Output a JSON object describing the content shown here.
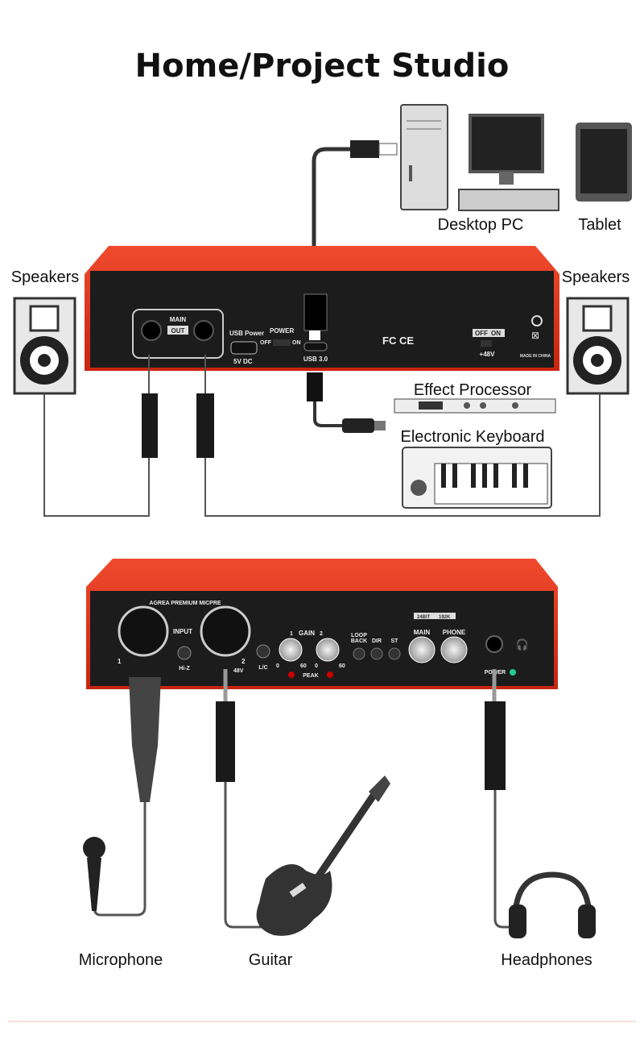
{
  "title": "Home/Project Studio",
  "labels": {
    "desktop_pc": "Desktop PC",
    "tablet": "Tablet",
    "speakers_left": "Speakers",
    "speakers_right": "Speakers",
    "effect_processor": "Effect Processor",
    "electronic_keyboard": "Electronic Keyboard",
    "microphone": "Microphone",
    "guitar": "Guitar",
    "headphones": "Headphones"
  },
  "rear_panel": {
    "main": "MAIN",
    "out": "OUT",
    "usb_power": "USB Power",
    "five_v_dc": "5V DC",
    "power": "POWER",
    "off": "OFF",
    "on": "ON",
    "usb3": "USB 3.0",
    "certs": "FC CE",
    "phantom_off": "OFF",
    "phantom_on": "ON",
    "phantom": "+48V",
    "made_in": "MADE IN CHINA"
  },
  "front_panel": {
    "brand": "AGREA PREMIUM MICPRE",
    "input": "INPUT",
    "ch1": "1",
    "ch2": "2",
    "hiz": "Hi-Z",
    "v48": "48V",
    "lc": "L/C",
    "gain": "GAIN",
    "gain1": "1",
    "gain2": "2",
    "min": "0",
    "max": "60",
    "peak": "PEAK",
    "loop": "LOOP",
    "back": "BACK",
    "dir": "DIR",
    "st": "ST",
    "bit": "24BIT",
    "rate": "192K",
    "main": "MAIN",
    "phone": "PHONE",
    "power": "POWER"
  },
  "colors": {
    "red": "#e0321e",
    "panel": "#1c1c1c"
  }
}
